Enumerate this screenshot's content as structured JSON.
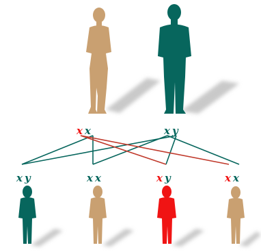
{
  "colors": {
    "female": "#c9a071",
    "male": "#07665d",
    "affected": "#f01414",
    "shadow": "#c9c9c9",
    "line_normal": "#07665d",
    "line_affected": "#c0392b"
  },
  "parents": {
    "mother": {
      "sex": "female",
      "chromosomes": [
        {
          "text": "x",
          "affected": true
        },
        {
          "text": "x",
          "affected": false
        }
      ]
    },
    "father": {
      "sex": "male",
      "chromosomes": [
        {
          "text": "x",
          "affected": false
        },
        {
          "text": "y",
          "affected": false
        }
      ]
    }
  },
  "children": [
    {
      "sex": "male",
      "affected": false,
      "chromosomes": [
        {
          "text": "x",
          "affected": false
        },
        {
          "text": "y",
          "affected": false
        }
      ]
    },
    {
      "sex": "female",
      "affected": false,
      "chromosomes": [
        {
          "text": "x",
          "affected": false
        },
        {
          "text": "x",
          "affected": false
        }
      ]
    },
    {
      "sex": "male",
      "affected": true,
      "chromosomes": [
        {
          "text": "x",
          "affected": true
        },
        {
          "text": "y",
          "affected": false
        }
      ]
    },
    {
      "sex": "female",
      "affected": false,
      "chromosomes": [
        {
          "text": "x",
          "affected": true
        },
        {
          "text": "x",
          "affected": false
        }
      ]
    }
  ]
}
